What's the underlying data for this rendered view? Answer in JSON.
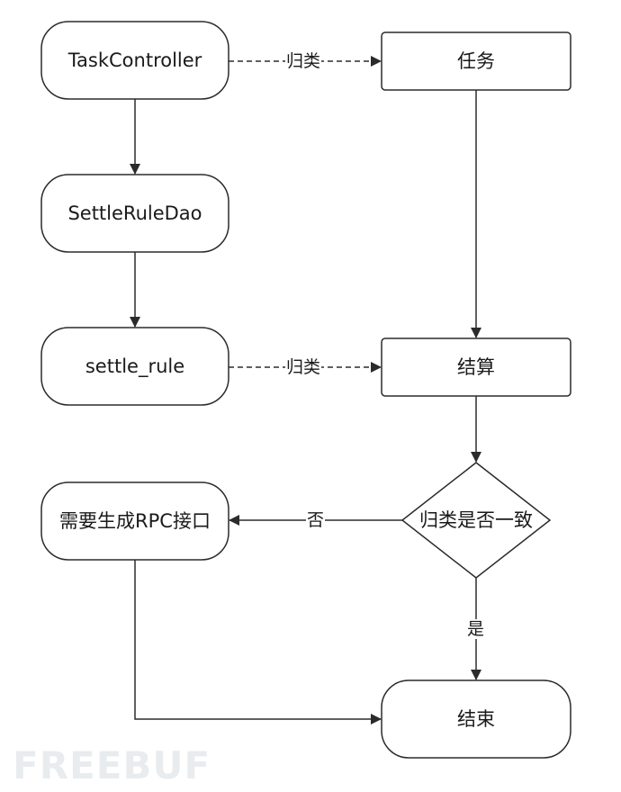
{
  "nodes": {
    "task_controller": "TaskController",
    "task": "任务",
    "settle_rule_dao": "SettleRuleDao",
    "settle_rule": "settle_rule",
    "settlement": "结算",
    "decision": "归类是否一致",
    "rpc": "需要生成RPC接口",
    "end": "结束"
  },
  "edges": {
    "classify_top": "归类",
    "classify_mid": "归类",
    "no": "否",
    "yes": "是"
  },
  "watermark": "FREEBUF",
  "colors": {
    "stroke": "#2b2b2b",
    "fill": "#ffffff",
    "watermark": "#e9ecee"
  }
}
